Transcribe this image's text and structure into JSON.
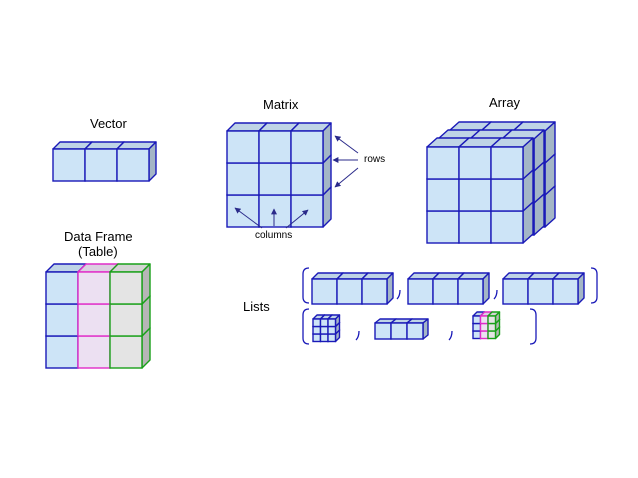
{
  "labels": {
    "vector": "Vector",
    "matrix": "Matrix",
    "array": "Array",
    "rows": "rows",
    "columns": "columns",
    "data_frame_line1": "Data Frame",
    "data_frame_line2": "(Table)",
    "lists": "Lists"
  },
  "colors": {
    "cube_fill": "#cde4f7",
    "cube_stroke": "#1a1ab8",
    "df_pink_fill": "#ece0f2",
    "df_pink_stroke": "#e02cc8",
    "df_green_fill": "#e4e4e4",
    "df_green_stroke": "#18a018",
    "arrow": "#2a2a8a"
  }
}
